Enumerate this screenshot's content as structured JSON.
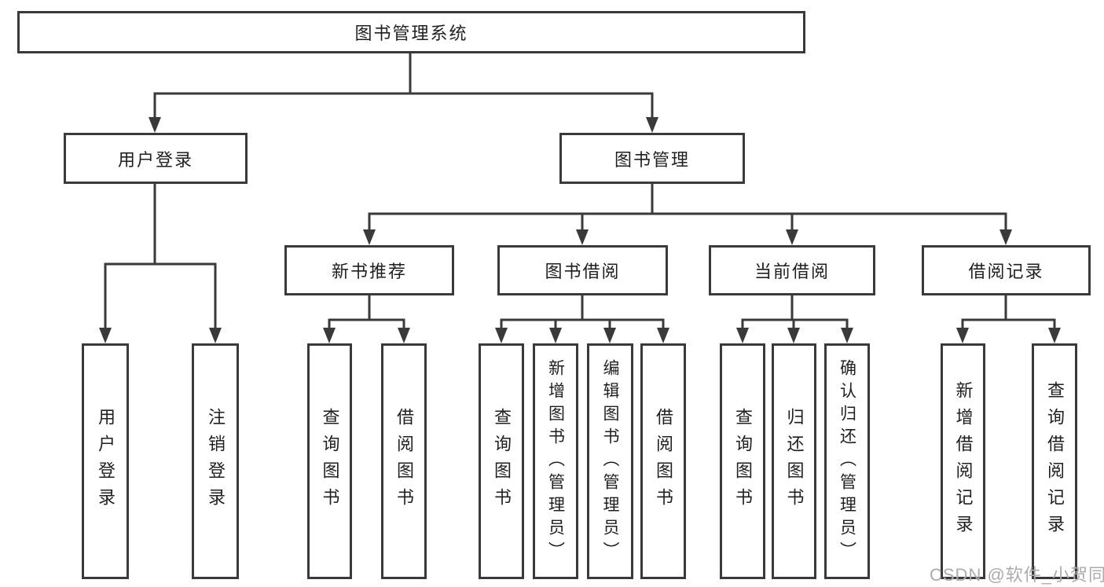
{
  "colors": {
    "background": "#ffffff",
    "line": "#3a3a3a",
    "box_border": "#3a3a3a",
    "text": "#1f1f1f",
    "watermark": "#ababab"
  },
  "diagram": {
    "root": {
      "label": "图书管理系统"
    },
    "level2": [
      {
        "label": "用户登录"
      },
      {
        "label": "图书管理"
      }
    ],
    "level3": [
      {
        "label": "新书推荐",
        "parent": "图书管理"
      },
      {
        "label": "图书借阅",
        "parent": "图书管理"
      },
      {
        "label": "当前借阅",
        "parent": "图书管理"
      },
      {
        "label": "借阅记录",
        "parent": "图书管理"
      }
    ],
    "leaves": [
      {
        "label": "用户登录",
        "parent": "用户登录"
      },
      {
        "label": "注销登录",
        "parent": "用户登录"
      },
      {
        "label": "查询图书",
        "parent": "新书推荐"
      },
      {
        "label": "借阅图书",
        "parent": "新书推荐"
      },
      {
        "label": "查询图书",
        "parent": "图书借阅"
      },
      {
        "label": "新增图书（管理员）",
        "parent": "图书借阅"
      },
      {
        "label": "编辑图书（管理员）",
        "parent": "图书借阅"
      },
      {
        "label": "借阅图书",
        "parent": "图书借阅"
      },
      {
        "label": "查询图书",
        "parent": "当前借阅"
      },
      {
        "label": "归还图书",
        "parent": "当前借阅"
      },
      {
        "label": "确认归还（管理员）",
        "parent": "当前借阅"
      },
      {
        "label": "新增借阅记录",
        "parent": "借阅记录"
      },
      {
        "label": "查询借阅记录",
        "parent": "借阅记录"
      }
    ]
  },
  "watermark": {
    "text": "CSDN @软件_小贺同学"
  }
}
